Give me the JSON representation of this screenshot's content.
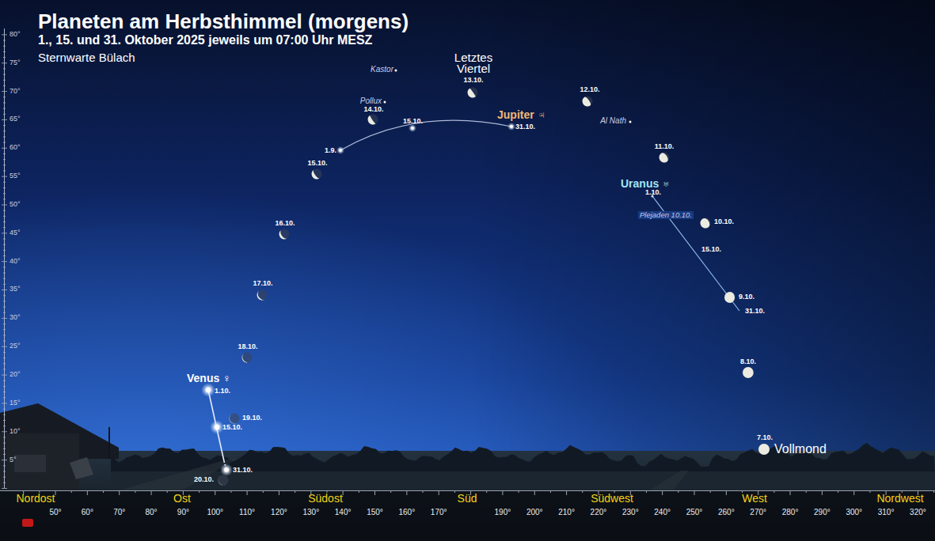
{
  "diagram": {
    "title": "Planeten am Herbsthimmel (morgens)",
    "caption": "1., 15. und 31. Oktober 2025 jeweils um 07:00 Uhr MESZ",
    "labels": [
      "Sternwarte Bülach",
      "80°",
      "75°",
      "70°",
      "65°",
      "60°",
      "55°",
      "50°",
      "45°",
      "40°",
      "35°",
      "30°",
      "25°",
      "20°",
      "15°",
      "10°",
      "5°",
      "Kastor",
      "Letztes Viertel",
      "13.10.",
      "Pollux",
      "14.10.",
      "15.10.",
      "1.9.",
      "Jupiter ♃",
      "31.10.",
      "12.10.",
      "Al Nath",
      "11.10.",
      "15.10.",
      "16.10.",
      "17.10.",
      "18.10.",
      "Uranus ♅",
      "1.10.",
      "Plejaden 10.10.",
      "10.10.",
      "15.10.",
      "9.10.",
      "31.10.",
      "8.10.",
      "7.10.",
      "Vollmond",
      "Venus ♀",
      "1.10.",
      "19.10.",
      "15.10.",
      "31.10.",
      "20.10.",
      "Nordost",
      "Ost",
      "Südost",
      "Süd",
      "Südwest",
      "West",
      "Nordwest",
      "50°",
      "60°",
      "70°",
      "80°",
      "90°",
      "100°",
      "110°",
      "120°",
      "130°",
      "140°",
      "150°",
      "160°",
      "170°",
      "190°",
      "200°",
      "210°",
      "220°",
      "230°",
      "240°",
      "250°",
      "260°",
      "270°",
      "280°",
      "290°",
      "300°",
      "310°",
      "320°"
    ]
  }
}
